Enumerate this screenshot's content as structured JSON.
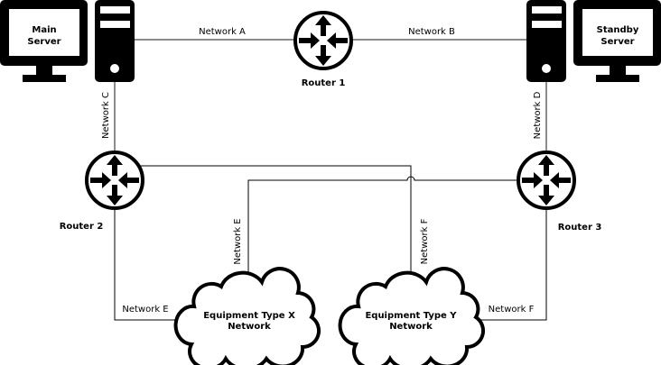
{
  "servers": {
    "main": [
      "Main",
      "Server"
    ],
    "standby": [
      "Standby",
      "Server"
    ]
  },
  "routers": [
    "Router 1",
    "Router 2",
    "Router 3"
  ],
  "networks": {
    "a": "Network A",
    "b": "Network B",
    "c": "Network C",
    "d": "Network D",
    "e_vertical": "Network E",
    "f_vertical": "Network F",
    "e_horizontal": "Network E",
    "f_horizontal": "Network F"
  },
  "clouds": {
    "x": [
      "Equipment Type X",
      "Network"
    ],
    "y": [
      "Equipment Type Y",
      "Network"
    ]
  }
}
